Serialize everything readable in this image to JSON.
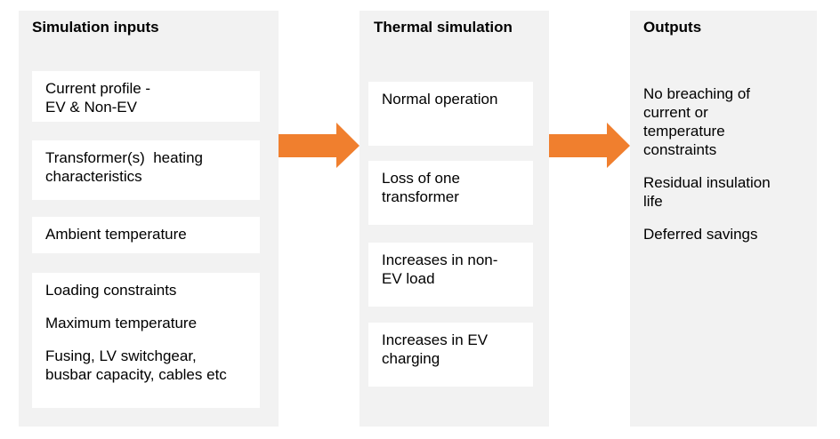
{
  "colors": {
    "panel": "#f2f2f2",
    "box": "#ffffff",
    "arrow": "#f07f2e"
  },
  "inputs": {
    "title": "Simulation inputs",
    "box1": {
      "line1": "Current profile -",
      "line2": "EV & Non-EV"
    },
    "box2": {
      "line1": "Transformer(s)  heating",
      "line2": "characteristics"
    },
    "box3": {
      "line1": "Ambient temperature"
    },
    "box4": {
      "item1": "Loading constraints",
      "item2": "Maximum temperature",
      "item3_line1": "Fusing, LV switchgear,",
      "item3_line2": "busbar capacity, cables etc"
    }
  },
  "thermal": {
    "title": "Thermal simulation",
    "box1": {
      "line1": "Normal operation"
    },
    "box2": {
      "line1": "Loss of one",
      "line2": "transformer"
    },
    "box3": {
      "line1": "Increases in non-",
      "line2": "EV load"
    },
    "box4": {
      "line1": "Increases in EV",
      "line2": "charging"
    }
  },
  "outputs": {
    "title": "Outputs",
    "item1": {
      "line1": "No breaching of",
      "line2": "current or",
      "line3": "temperature",
      "line4": "constraints"
    },
    "item2": {
      "line1": "Residual insulation",
      "line2": "life"
    },
    "item3": {
      "line1": "Deferred savings"
    }
  }
}
